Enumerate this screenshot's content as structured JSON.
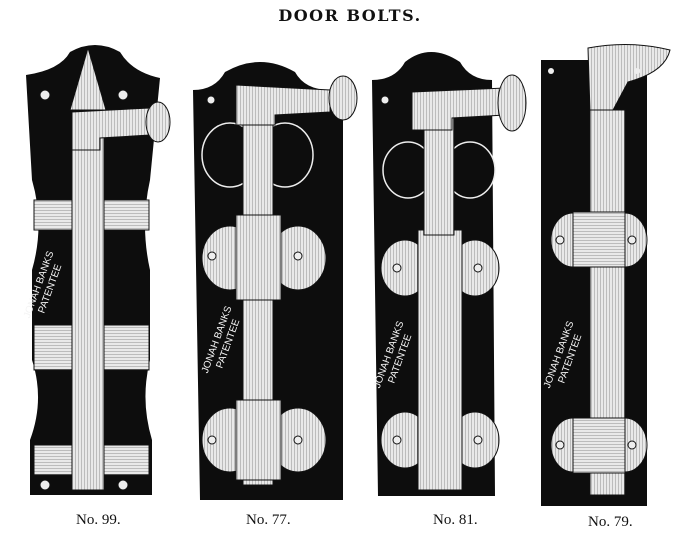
{
  "title": "DOOR BOLTS.",
  "bolts": [
    {
      "number": "No. 99.",
      "maker": "JONAH BANKS",
      "mark": "PATENTEE"
    },
    {
      "number": "No. 77.",
      "maker": "JONAH BANKS",
      "mark": "PATENTEE"
    },
    {
      "number": "No. 81.",
      "maker": "JONAH BANKS",
      "mark": "PATENTEE"
    },
    {
      "number": "No. 79.",
      "maker": "JONAH BANKS",
      "mark": "PATENTEE"
    }
  ],
  "colors": {
    "plate": "#0d0d0d",
    "metal": "#e8e8e8",
    "paper": "#ffffff"
  }
}
